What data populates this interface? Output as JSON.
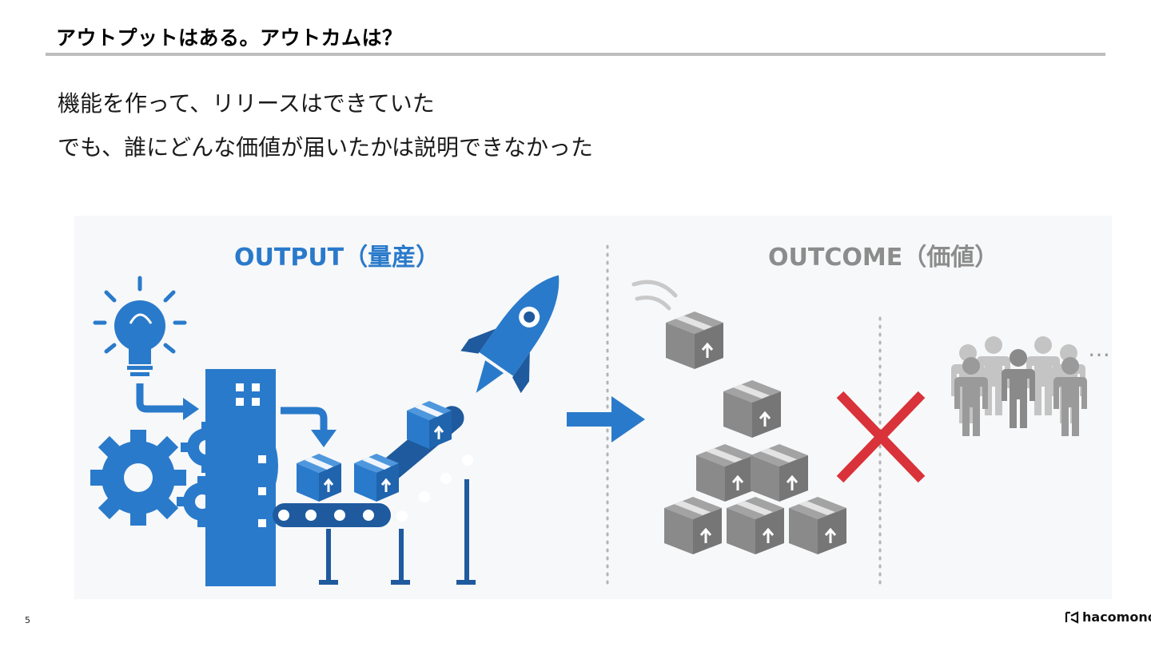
{
  "slide": {
    "title": "アウトプットはある。アウトカムは？",
    "line1": "機能を作って、リリースはできていた",
    "line2": "でも、誰にどんな価値が届いたかは説明できなかった",
    "page_number": "5"
  },
  "illustration": {
    "output_label": "OUTPUT（量産）",
    "outcome_label": "OUTCOME（価値）",
    "ellipsis": "…"
  },
  "colors": {
    "blue": "#2a7acb",
    "dark_blue": "#1f5a9e",
    "gray": "#8c8c8c",
    "red": "#d9323a"
  },
  "logo": {
    "text": "hacomono"
  }
}
